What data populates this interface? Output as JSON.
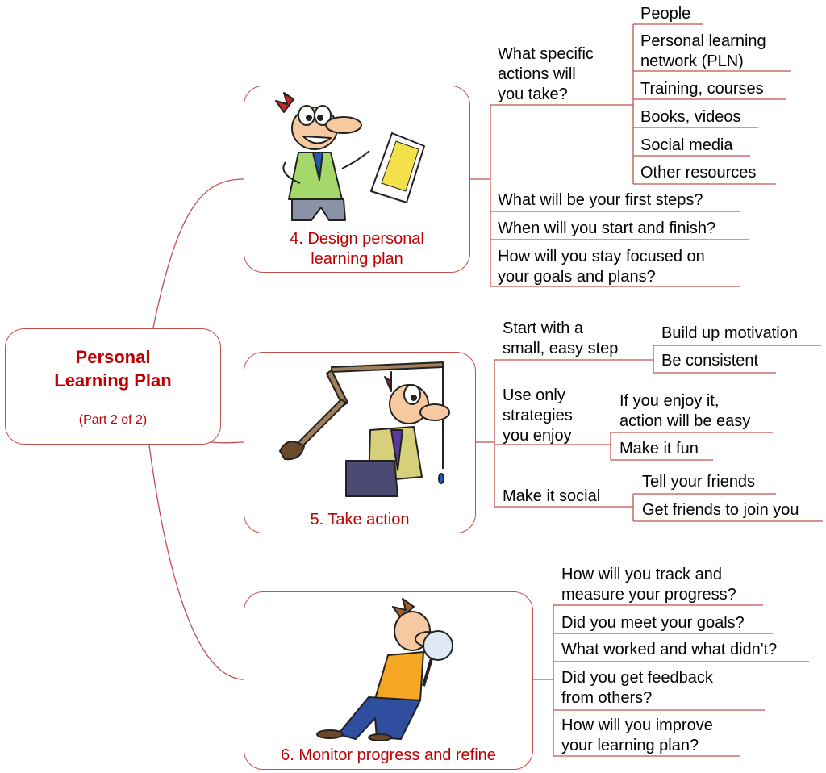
{
  "central": {
    "title_line1": "Personal",
    "title_line2": "Learning Plan",
    "subtitle": "(Part 2 of 2)"
  },
  "step4": {
    "caption_line1": "4.  Design personal",
    "caption_line2": "learning plan",
    "q_actions": [
      "What specific",
      "actions will",
      "you take?"
    ],
    "actions": [
      "People",
      "Personal learning",
      "network (PLN)",
      "Training, courses",
      "Books, videos",
      "Social media",
      "Other resources"
    ],
    "q_first": "What will be your first steps?",
    "q_when": "When will you start and finish?",
    "q_focus": [
      "How will you stay focused on",
      "your goals and plans?"
    ]
  },
  "step5": {
    "caption": "5.  Take action",
    "start": [
      "Start with a",
      "small, easy step"
    ],
    "start_items": [
      "Build up motivation",
      "Be consistent"
    ],
    "enjoy": [
      "Use only",
      "strategies",
      "you enjoy"
    ],
    "enjoy_items": [
      "If you enjoy it,",
      "action will be easy",
      "Make it fun"
    ],
    "social": "Make it social",
    "social_items": [
      "Tell your friends",
      "Get friends to join you"
    ]
  },
  "step6": {
    "caption": "6.  Monitor progress and refine",
    "items": [
      "How will you track and",
      "measure your progress?",
      "Did you meet your goals?",
      "What worked and what didn't?",
      "Did you get feedback",
      "from others?",
      "How will you improve",
      "your learning plan?"
    ]
  },
  "colors": {
    "accent": "#c00000",
    "line": "#c0504d"
  }
}
